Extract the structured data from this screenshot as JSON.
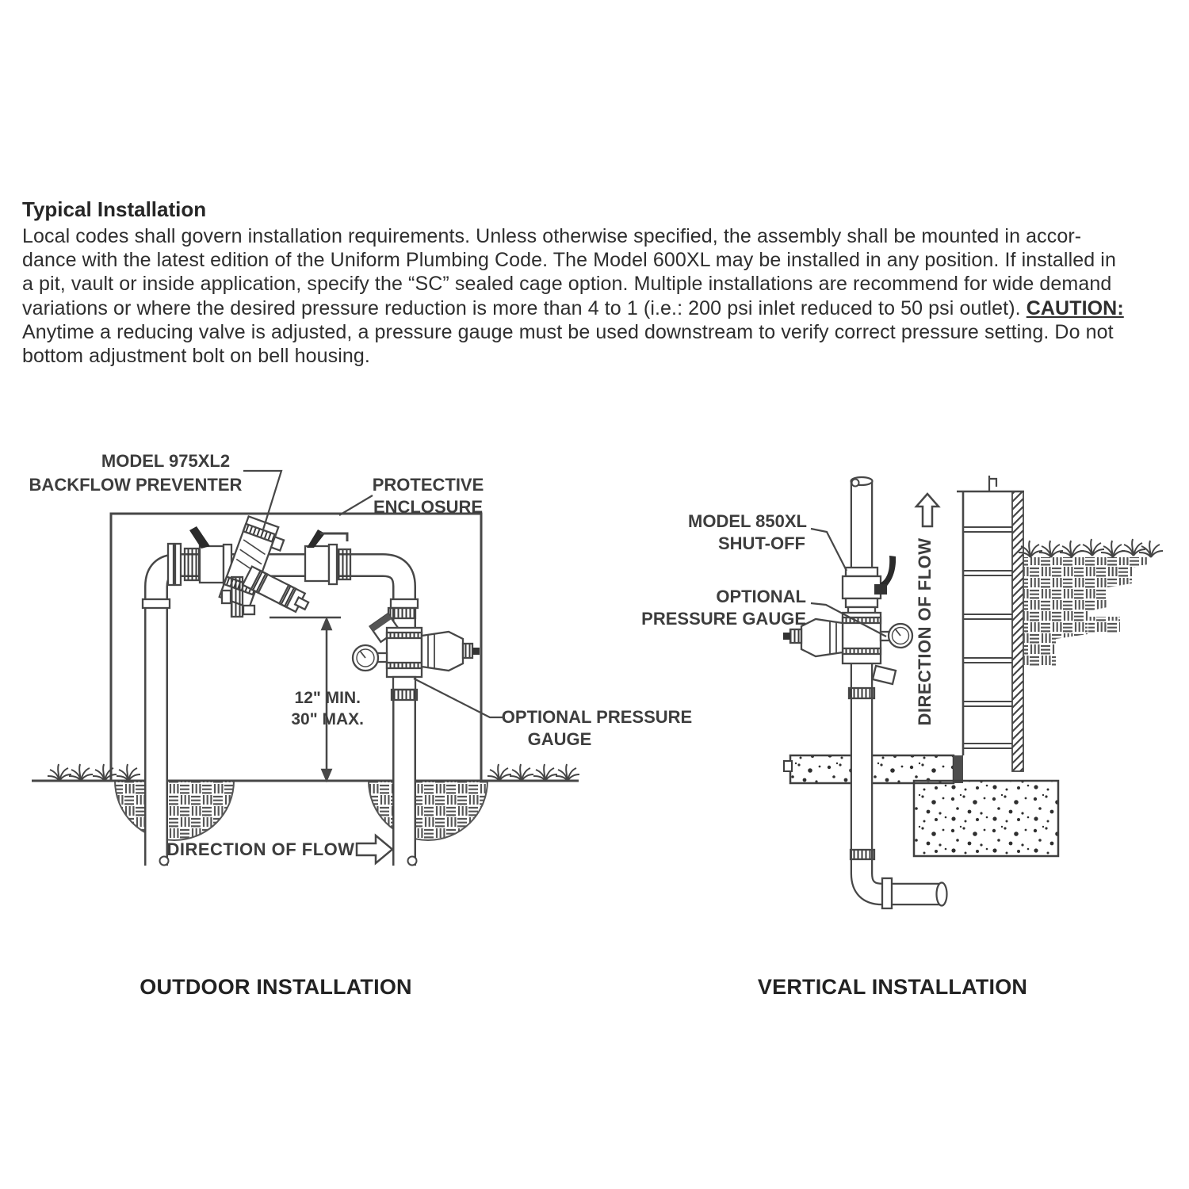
{
  "doc": {
    "heading": "Typical Installation",
    "line1": "Local codes shall govern installation requirements. Unless otherwise specified, the assembly shall be mounted in accor-",
    "line2": "dance with the latest edition of the Uniform Plumbing Code. The Model 600XL may be installed in any position. If installed in",
    "line3": "a pit, vault or inside application, specify the “SC” sealed cage option. Multiple installations are recommend for wide demand",
    "line4_pre": "variations or where the desired pressure reduction is more than 4 to 1 (i.e.: 200 psi inlet reduced to 50 psi outlet). ",
    "line4_caution": "CAUTION:",
    "line5": "Anytime a reducing valve is adjusted, a pressure gauge must be used downstream to verify correct pressure setting. Do not",
    "line6": "bottom adjustment bolt on bell housing."
  },
  "outdoor": {
    "model_line1": "MODEL 975XL2",
    "model_line2": "BACKFLOW PREVENTER",
    "enclosure_line1": "PROTECTIVE",
    "enclosure_line2": "ENCLOSURE",
    "dim_line1": "12\" MIN.",
    "dim_line2": "30\" MAX.",
    "gauge_line1": "OPTIONAL PRESSURE",
    "gauge_line2": "GAUGE",
    "flow_label": "DIRECTION OF FLOW",
    "caption": "OUTDOOR INSTALLATION"
  },
  "vertical": {
    "model_line1": "MODEL 850XL",
    "model_line2": "SHUT-OFF",
    "gauge_line1": "OPTIONAL",
    "gauge_line2": "PRESSURE GAUGE",
    "flow_label": "DIRECTION OF FLOW",
    "caption": "VERTICAL INSTALLATION"
  },
  "colors": {
    "ink": "#474747",
    "label": "#3d3d3d",
    "text": "#2e2e2e"
  }
}
